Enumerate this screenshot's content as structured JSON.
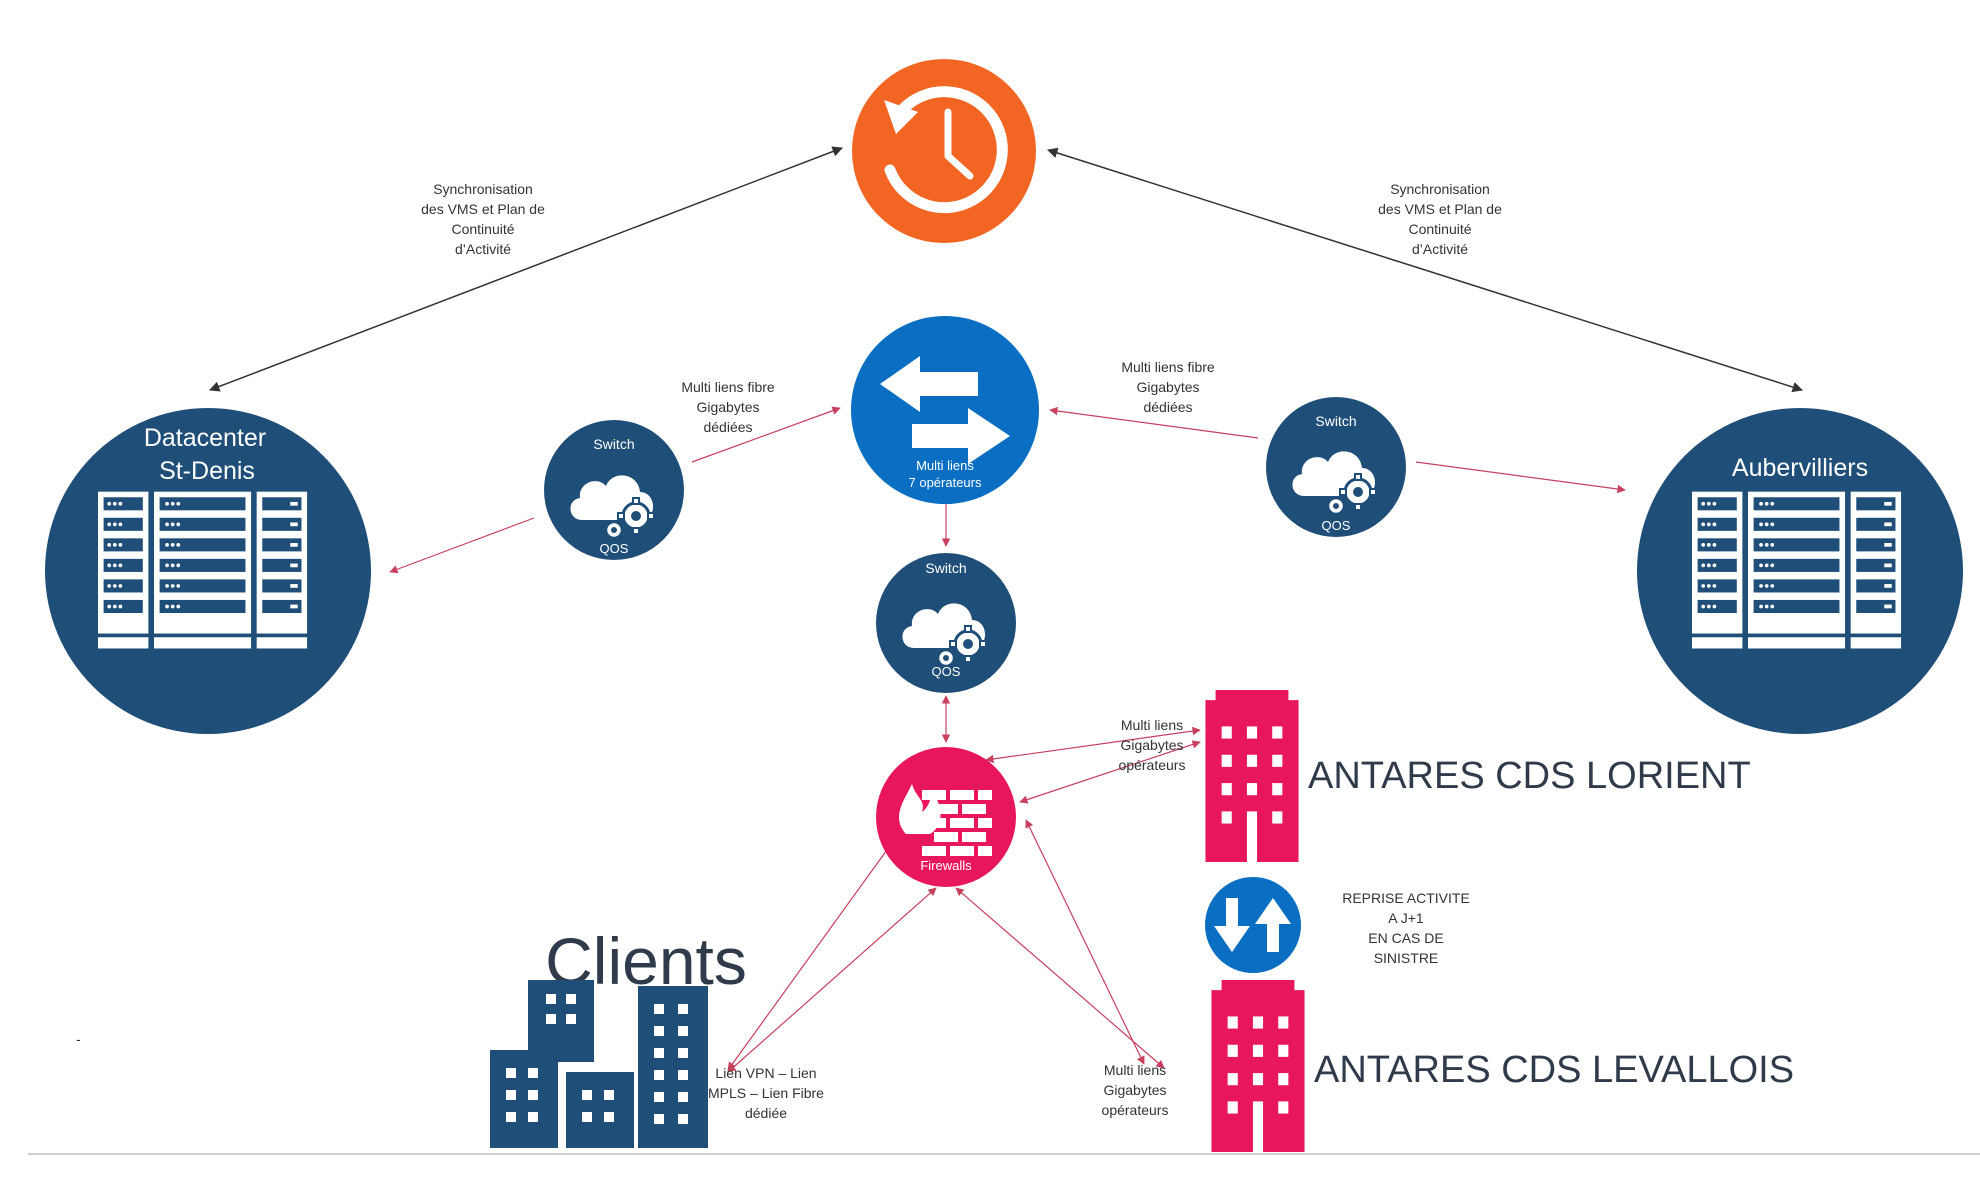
{
  "colors": {
    "navy": "#1f4e79",
    "orange": "#f26522",
    "blue": "#0a6fc2",
    "pink": "#e8175d",
    "arrow_dark": "#333333",
    "arrow_pink": "#c8405f"
  },
  "nodes": {
    "backup": {
      "icon": "backup-clock-icon"
    },
    "router": {
      "icon": "exchange-arrows-icon",
      "line1": "Multi liens",
      "line2": "7 opérateurs"
    },
    "switch_left": {
      "title": "Switch",
      "sub": "QOS",
      "icon": "cloud-gear-icon"
    },
    "switch_right": {
      "title": "Switch",
      "sub": "QOS",
      "icon": "cloud-gear-icon"
    },
    "switch_center": {
      "title": "Switch",
      "sub": "QOS",
      "icon": "cloud-gear-icon"
    },
    "firewall": {
      "label": "Firewalls",
      "icon": "firewall-icon"
    },
    "datacenter_left": {
      "line1": "Datacenter",
      "line2": "St-Denis",
      "icon": "server-rack-icon"
    },
    "datacenter_right": {
      "line1": "Aubervilliers",
      "icon": "server-rack-icon"
    },
    "reprise": {
      "icon": "up-down-arrows-icon"
    }
  },
  "labels": {
    "sync_left": [
      "Synchronisation",
      "des VMS et Plan de",
      "Continuité",
      "d’Activité"
    ],
    "sync_right": [
      "Synchronisation",
      "des VMS et Plan de",
      "Continuité",
      "d’Activité"
    ],
    "fibre_left": [
      "Multi liens fibre",
      "Gigabytes",
      "dédiées"
    ],
    "fibre_right": [
      "Multi liens fibre",
      "Gigabytes",
      "dédiées"
    ],
    "lorient_link": [
      "Multi liens",
      "Gigabytes",
      "opérateurs"
    ],
    "levallois_link": [
      "Multi liens",
      "Gigabytes",
      "opérateurs"
    ],
    "vpn_link": [
      "Lien VPN – Lien",
      "MPLS – Lien Fibre",
      "dédiée"
    ],
    "reprise": [
      "REPRISE ACTIVITE",
      "A J+1",
      "EN CAS DE",
      "SINISTRE"
    ]
  },
  "sites": {
    "clients": "Clients",
    "lorient": "ANTARES  CDS LORIENT",
    "levallois": "ANTARES CDS LEVALLOIS"
  },
  "footer": {
    "mark": "-"
  }
}
